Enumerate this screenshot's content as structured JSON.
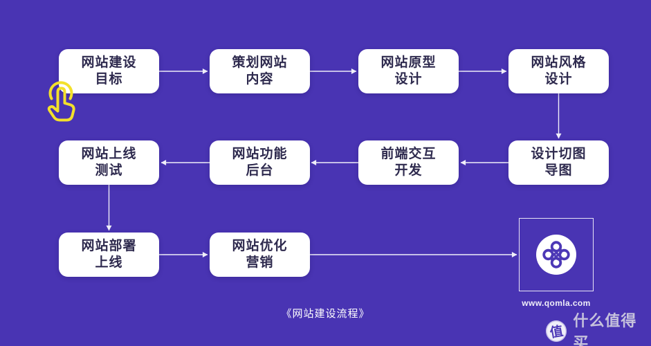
{
  "page": {
    "background": "#4934b3"
  },
  "colors": {
    "page_bg": "#4934b3",
    "node_bg": "#ffffff",
    "node_text": "#2e2a4e",
    "arrow": "#ffffff",
    "hand_icon": "#f3e02b",
    "logo_mark": "#4c38b6",
    "watermark_text": "#dcdbe4"
  },
  "flow": {
    "caption": "《网站建设流程》",
    "nodes": [
      {
        "line1": "网站建设",
        "line2": "目标"
      },
      {
        "line1": "策划网站",
        "line2": "内容"
      },
      {
        "line1": "网站原型",
        "line2": "设计"
      },
      {
        "line1": "网站风格",
        "line2": "设计"
      },
      {
        "line1": "网站上线",
        "line2": "测试"
      },
      {
        "line1": "网站功能",
        "line2": "后台"
      },
      {
        "line1": "前端交互",
        "line2": "开发"
      },
      {
        "line1": "设计切图",
        "line2": "导图"
      },
      {
        "line1": "网站部署",
        "line2": "上线"
      },
      {
        "line1": "网站优化",
        "line2": "营销"
      }
    ]
  },
  "logo": {
    "icon": "qomla-clover-logo",
    "website": "www.qomla.com"
  },
  "watermark": {
    "badge": "值",
    "brand": "什么值得买"
  },
  "icons": {
    "hand": "tap-hand-icon"
  }
}
